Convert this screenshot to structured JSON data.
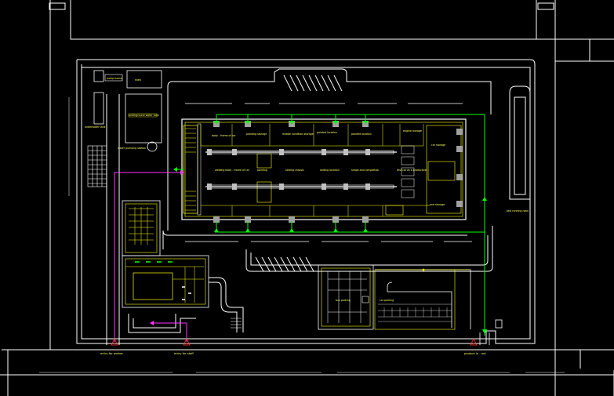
{
  "colors": {
    "background": "#000000",
    "road": "#ffffff",
    "building": "#ffff00",
    "interior": "#d0d0d0",
    "flow": "#00ff00",
    "staff_path": "#ff33ff",
    "marker": "#ff2a2a",
    "window": "#00ffff"
  },
  "labels": {
    "entry_worker": "entry for worker",
    "entry_staff": "entry for staff",
    "product_out": "product in - out",
    "pump_house": "pump house",
    "shed": "shed",
    "underground_tank": "underground water tank",
    "underwater_tank": "underwater tank",
    "pumping_station": "water pumping station",
    "test_running_road": "test running road",
    "body_frame": "body - frame of car",
    "painting_storage": "painting storage",
    "middle_storage": "middle condition storage",
    "painted_location": "painted location",
    "painted_location2": "painted location",
    "engine_storage": "engine storage",
    "car_storage": "car storage",
    "welding_body": "welding body - frame of car",
    "painting": "painting",
    "setting_chassis": "setting chassis",
    "setting_location": "setting location",
    "shape_completion": "shape and completion",
    "test_car": "test car as a productivel",
    "end_storage": "end storage",
    "bus_parking": "bus parking",
    "car_parking": "car parking"
  }
}
